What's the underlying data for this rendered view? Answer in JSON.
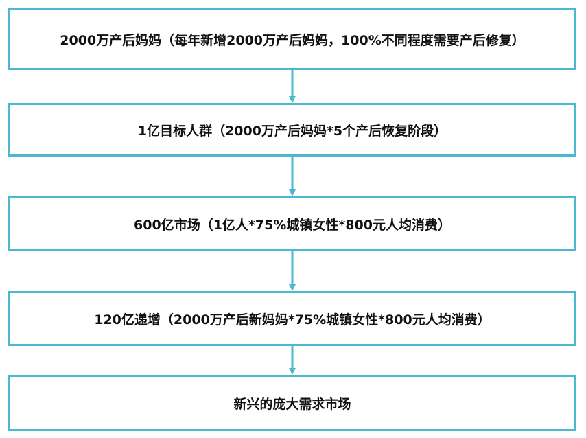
{
  "flow": {
    "steps": [
      {
        "text": "2000万产后妈妈（每年新增2000万产后妈妈，100%不同程度需要产后修复）"
      },
      {
        "text": "1亿目标人群（2000万产后妈妈*5个产后恢复阶段）"
      },
      {
        "text": "600亿市场（1亿人*75%城镇女性*800元人均消费）"
      },
      {
        "text": "120亿递增（2000万产后新妈妈*75%城镇女性*800元人均消费）"
      },
      {
        "text": "新兴的庞大需求市场"
      }
    ]
  },
  "colors": {
    "border": "#4bb8d0",
    "arrow": "#4bb8d0",
    "text": "#111111",
    "background": "#ffffff"
  }
}
